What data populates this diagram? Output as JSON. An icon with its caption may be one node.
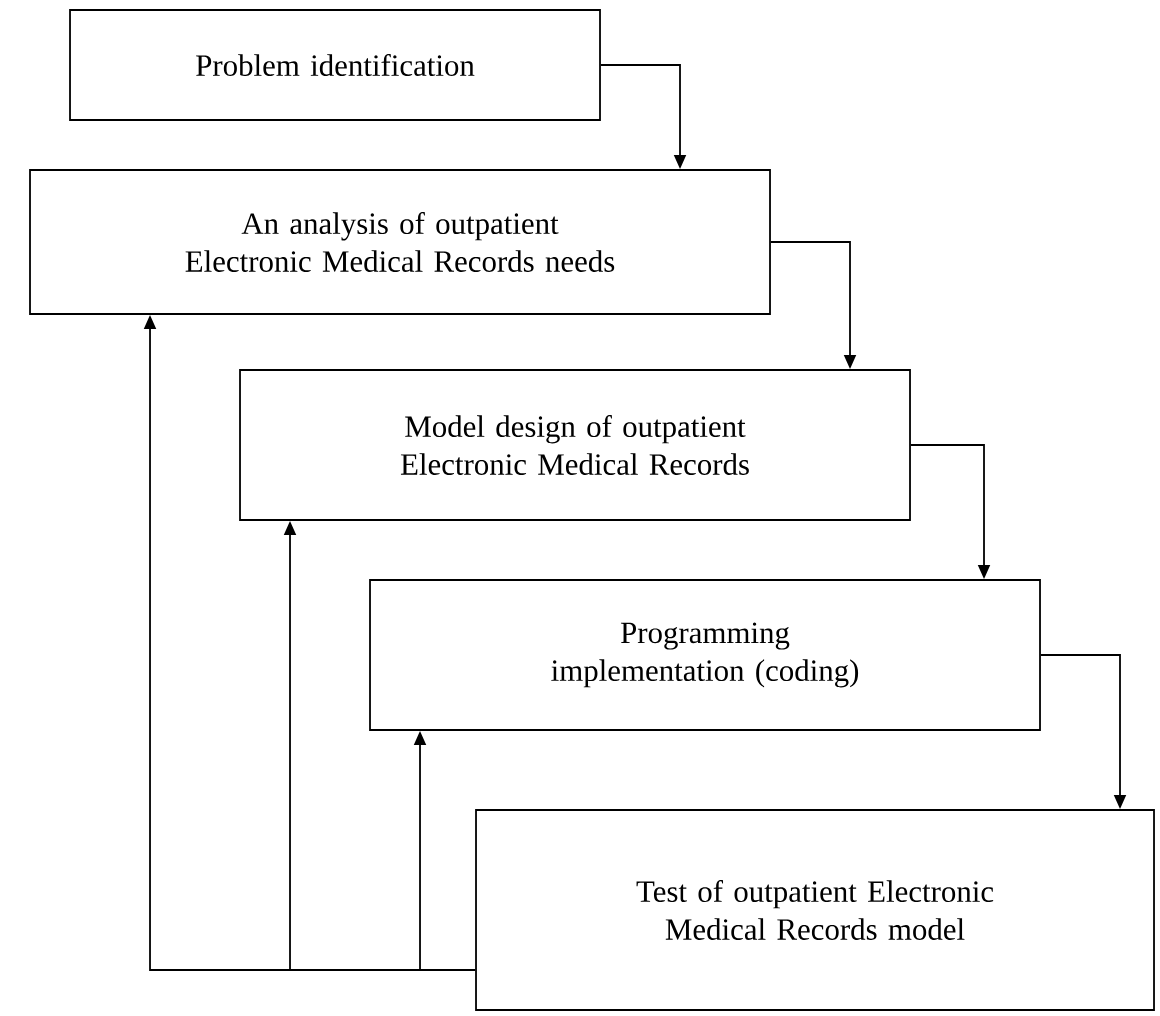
{
  "diagram": {
    "nodes": [
      {
        "text": [
          "Problem identification"
        ]
      },
      {
        "text": [
          "An analysis of outpatient Electronic Medical Records needs"
        ]
      },
      {
        "text": [
          "Model design of outpatient Electronic Medical Records"
        ]
      },
      {
        "text": [
          "Programming implementation (coding)"
        ]
      },
      {
        "text": [
          "Test of outpatient Electronic Medical Records model"
        ]
      }
    ],
    "edges": [
      {
        "from": 0,
        "to": 1,
        "arrow": "to"
      },
      {
        "from": 1,
        "to": 2,
        "arrow": "to"
      },
      {
        "from": 2,
        "to": 3,
        "arrow": "to"
      },
      {
        "from": 3,
        "to": 4,
        "arrow": "to"
      },
      {
        "from": 4,
        "to": 1,
        "arrow": "to"
      },
      {
        "from": 4,
        "to": 2,
        "arrow": "to"
      },
      {
        "from": 4,
        "to": 3,
        "arrow": "to"
      }
    ]
  }
}
